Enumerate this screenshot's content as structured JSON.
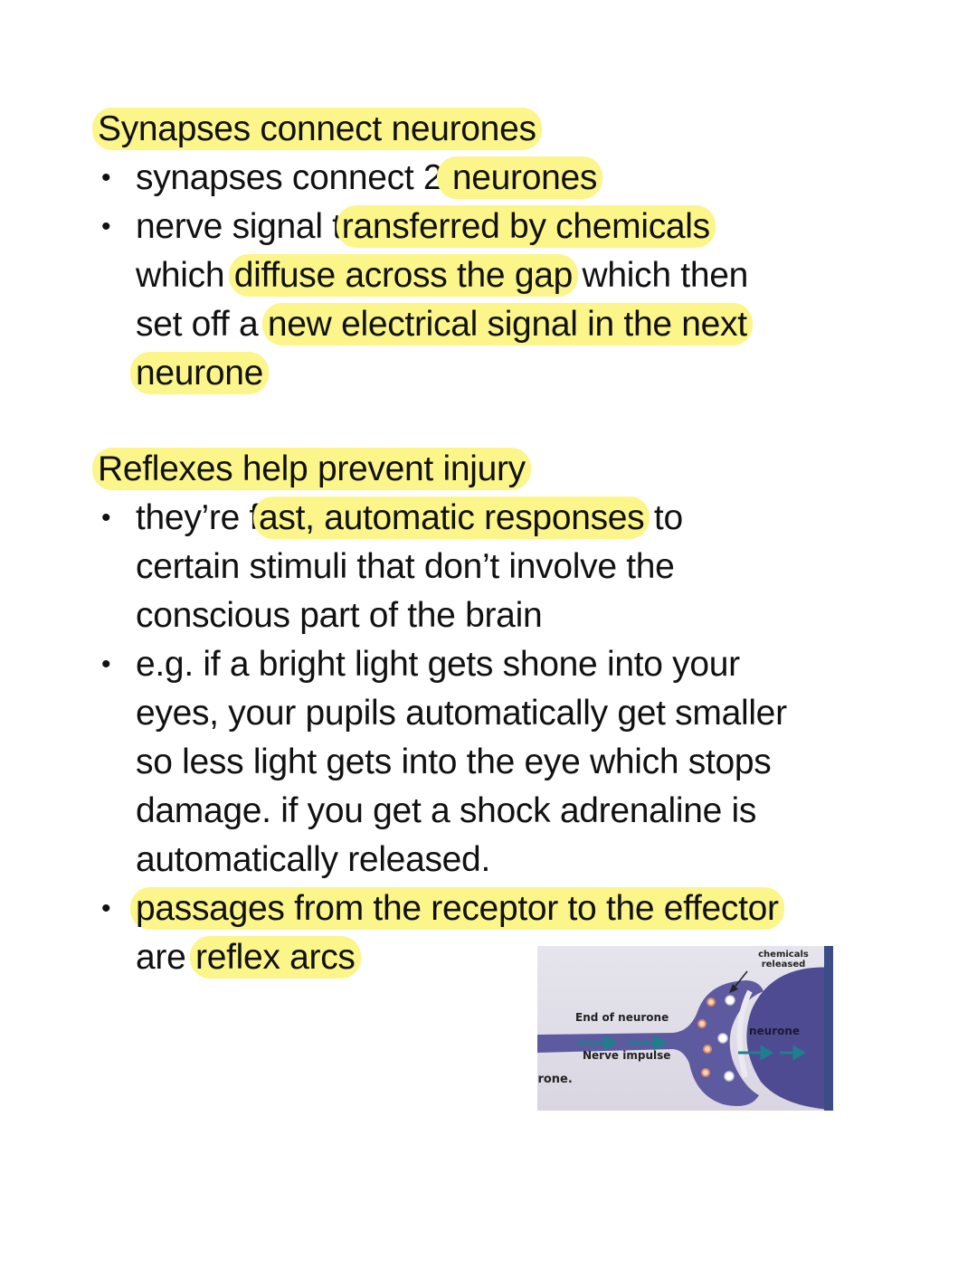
{
  "sections": [
    {
      "heading": "Synapses connect neurones",
      "bullets": [
        {
          "lines": [
            "synapses connect 2 neurones"
          ]
        },
        {
          "lines": [
            "nerve signal transferred by chemicals",
            "which diffuse across the gap which then",
            "set off a new electrical signal in the next",
            "neurone"
          ]
        }
      ]
    },
    {
      "heading": "Reflexes help prevent injury",
      "bullets": [
        {
          "lines": [
            "they’re fast, automatic responses to",
            "certain stimuli that don’t  involve the",
            "conscious part of the brain"
          ]
        },
        {
          "lines": [
            "e.g. if a bright light gets shone into your",
            "eyes, your pupils automatically get smaller",
            "so less light gets into the eye which stops",
            "damage. if you get a shock adrenaline is",
            "automatically released."
          ]
        },
        {
          "lines": [
            "passages from the receptor to the effector",
            "are reflex arcs"
          ]
        }
      ]
    }
  ],
  "text": {
    "h1": "Synapses connect neurones",
    "b1_pre": "synapses connect 2",
    "b1_hl": " neurones",
    "b2_l1_pre": "nerve signal t",
    "b2_l1_hl": "ransferred by chemicals",
    "b2_l2_pre": "which ",
    "b2_l2_hl": "diffuse across the gap",
    "b2_l2_post": " which then",
    "b2_l3_pre": "set off a ",
    "b2_l3_hl": "new electrical signal in the next",
    "b2_l4_hl": "neurone",
    "h2": "Reflexes help prevent injury",
    "b3_l1_pre": "they’re f",
    "b3_l1_hl": "ast, automatic responses",
    "b3_l1_post": " to",
    "b3_l2": "certain stimuli that don’t  involve the",
    "b3_l3": "conscious part of the brain",
    "b4_l1": "e.g. if a bright light gets shone into your",
    "b4_l2": "eyes, your pupils automatically get smaller",
    "b4_l3": "so less light gets into the eye which stops",
    "b4_l4": "damage. if you get a shock adrenaline is",
    "b4_l5": "automatically released.",
    "b5_l1_hl": "passages from the receptor to the effector",
    "b5_l2_pre": "are ",
    "b5_l2_hl": "reflex arcs",
    "bullet": "•"
  },
  "highlight_color": "#fbf58a",
  "figure": {
    "labels": {
      "chemicals_released": "chemicals released",
      "end_of_neurone": "End of neurone",
      "nerve_impulse": "Nerve impulse",
      "neurone": "neurone",
      "cropped_text": "ırone."
    },
    "colors": {
      "neurone": "#5d5aa0",
      "arrow": "#1f7f8c",
      "vesicle": "#d98a63"
    }
  }
}
